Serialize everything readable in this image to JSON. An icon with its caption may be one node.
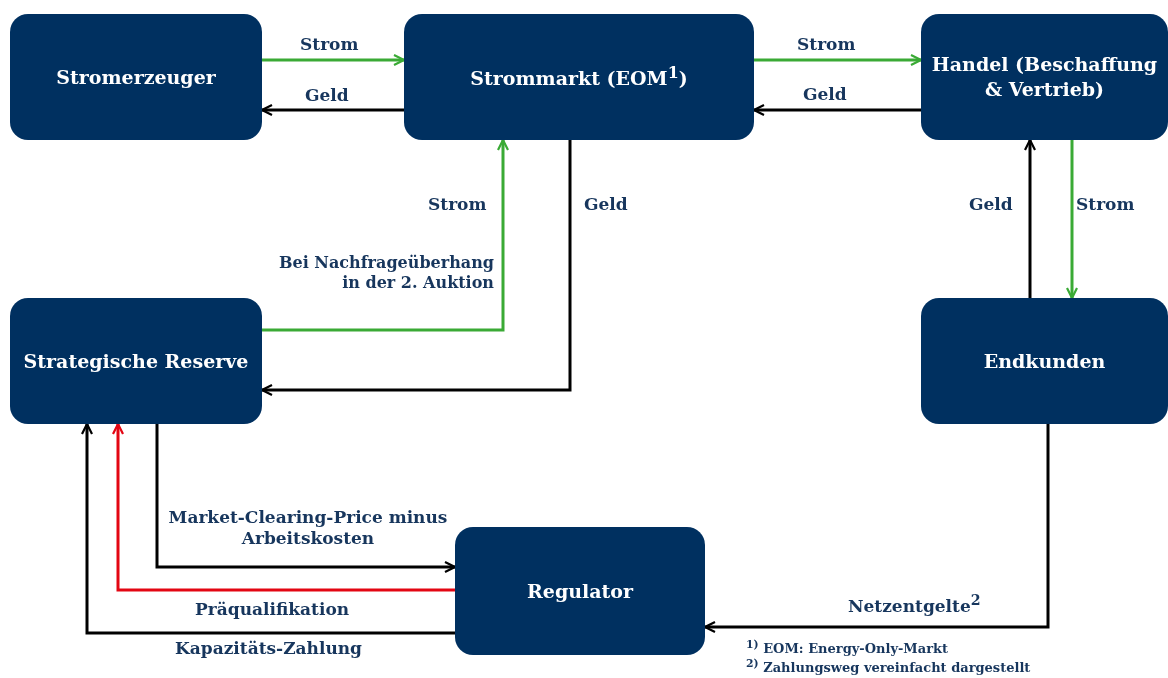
{
  "diagram": {
    "nodes": [
      {
        "text": [
          "Stromerzeuger"
        ]
      },
      {
        "text": [
          "Strommarkt (EOM$^{1}$)"
        ]
      },
      {
        "text": [
          "Handel (Beschaffung & Vertrieb)"
        ]
      },
      {
        "text": [
          "Strategische Reserve"
        ]
      },
      {
        "text": [
          "Endkunden"
        ]
      },
      {
        "text": [
          "Regulator"
        ]
      }
    ],
    "edges": [
      {
        "from": 0,
        "to": 1,
        "arrow": "to",
        "label": "Strom",
        "color": "#3aaa35"
      },
      {
        "from": 1,
        "to": 0,
        "arrow": "to",
        "label": "Geld"
      },
      {
        "from": 1,
        "to": 2,
        "arrow": "to",
        "label": "Strom",
        "color": "#3aaa35"
      },
      {
        "from": 2,
        "to": 1,
        "arrow": "to",
        "label": "Geld"
      },
      {
        "from": 3,
        "to": 1,
        "arrow": "to",
        "label": "Strom",
        "color": "#3aaa35"
      },
      {
        "from": 1,
        "to": 3,
        "arrow": "to",
        "label": "Geld"
      },
      {
        "from": 4,
        "to": 2,
        "arrow": "to",
        "label": "Geld"
      },
      {
        "from": 2,
        "to": 4,
        "arrow": "to",
        "label": "Strom",
        "color": "#3aaa35"
      },
      {
        "from": 4,
        "to": 5,
        "arrow": "to",
        "label": "Netzentgelte$^{2}$"
      },
      {
        "from": 3,
        "to": 5,
        "arrow": "to",
        "label": "Market-Clearing-Price minus Arbeitskosten"
      },
      {
        "from": 5,
        "to": 3,
        "arrow": "to",
        "label": "Präqualifikation",
        "color": "#e30613"
      },
      {
        "from": 5,
        "to": 3,
        "arrow": "to",
        "label": "Kapazitäts-Zahlung"
      }
    ],
    "labels": [
      "Bei Nachfrageüberhang in der 2. Auktion",
      "$^{1)}$ EOM: Energy-Only-Markt",
      "$^{2)}$ Zahlungsweg vereinfacht dargestellt"
    ]
  }
}
